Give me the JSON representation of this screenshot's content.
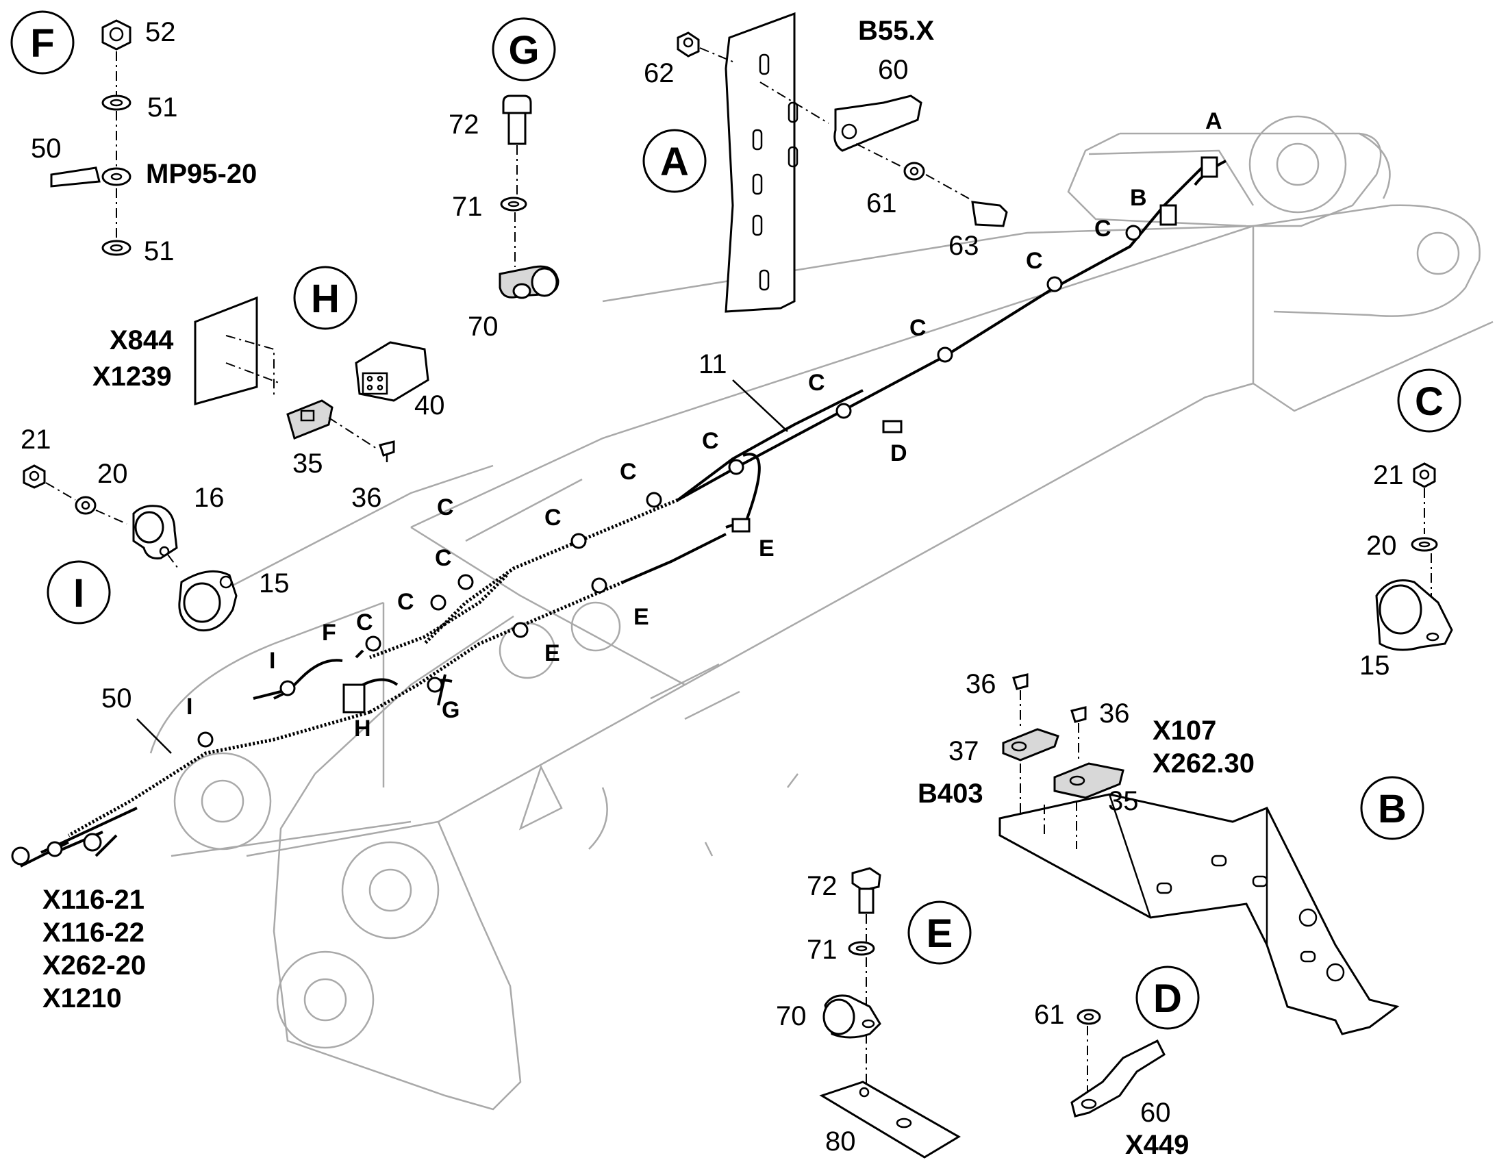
{
  "detail_views": [
    {
      "letter": "F",
      "callouts": [
        "52",
        "51",
        "50",
        "51"
      ],
      "labels": [
        "MP95-20"
      ]
    },
    {
      "letter": "G",
      "callouts": [
        "72",
        "71",
        "70"
      ],
      "labels": []
    },
    {
      "letter": "A",
      "callouts": [
        "62",
        "60",
        "61",
        "63"
      ],
      "labels": [
        "B55.X"
      ]
    },
    {
      "letter": "H",
      "callouts": [
        "35",
        "36",
        "40"
      ],
      "labels": [
        "X844",
        "X1239"
      ]
    },
    {
      "letter": "I",
      "callouts": [
        "21",
        "20",
        "16",
        "15"
      ],
      "labels": []
    },
    {
      "letter": "C",
      "callouts": [
        "21",
        "20",
        "15"
      ],
      "labels": []
    },
    {
      "letter": "B",
      "callouts": [
        "36",
        "36",
        "37",
        "35"
      ],
      "labels": [
        "X107",
        "X262.30",
        "B403"
      ]
    },
    {
      "letter": "E",
      "callouts": [
        "72",
        "71",
        "70",
        "80"
      ],
      "labels": []
    },
    {
      "letter": "D",
      "callouts": [
        "61",
        "60"
      ],
      "labels": [
        "X449"
      ]
    }
  ],
  "main_view": {
    "callouts": [
      "11",
      "50"
    ],
    "clip_markers": [
      "A",
      "B",
      "C",
      "C",
      "C",
      "C",
      "C",
      "C",
      "C",
      "C",
      "C",
      "C",
      "C",
      "D",
      "E",
      "E",
      "E",
      "F",
      "G",
      "H",
      "I",
      "I"
    ],
    "connector_labels": [
      "X116-21",
      "X116-22",
      "X262-20",
      "X1210"
    ]
  }
}
